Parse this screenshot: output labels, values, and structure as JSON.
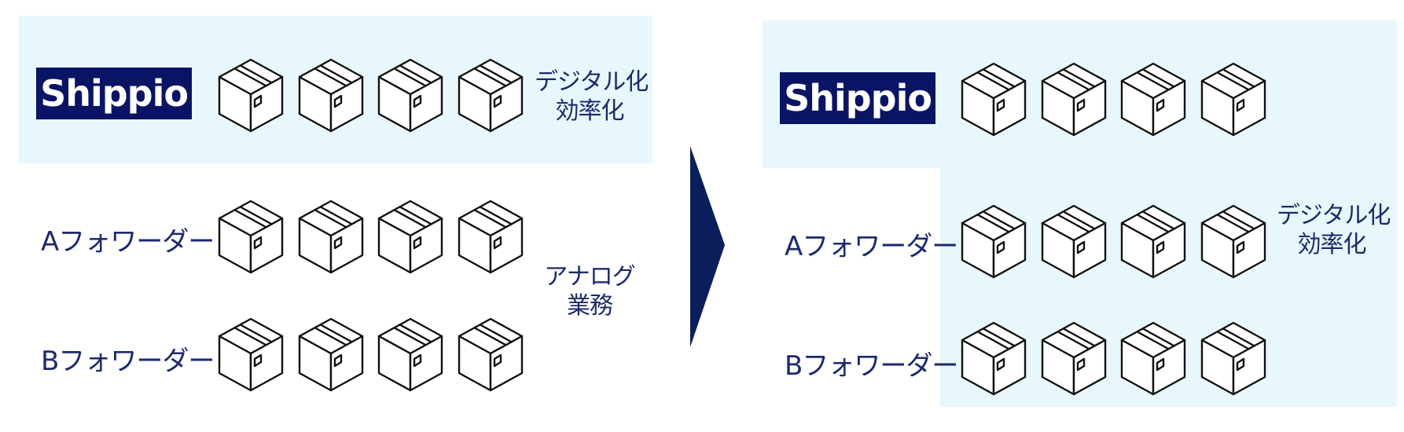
{
  "colors": {
    "panel_bg": "#e8f7fb",
    "logo_bg": "#0a1464",
    "label_text": "#1c2a6e",
    "arrow": "#0a1e5c"
  },
  "icons": {
    "box": "cardboard-box-icon",
    "arrow": "chevron-right-arrow"
  },
  "before": {
    "logo": "Shippio",
    "row_a_label": "Aフォワーダー",
    "row_b_label": "Bフォワーダー",
    "digital_note_line1": "デジタル化",
    "digital_note_line2": "効率化",
    "analog_note_line1": "アナログ",
    "analog_note_line2": "業務",
    "boxes_per_row": 4
  },
  "after": {
    "logo": "Shippio",
    "row_a_label": "Aフォワーダー",
    "row_b_label": "Bフォワーダー",
    "digital_note_line1": "デジタル化",
    "digital_note_line2": "効率化",
    "boxes_per_row": 4
  }
}
